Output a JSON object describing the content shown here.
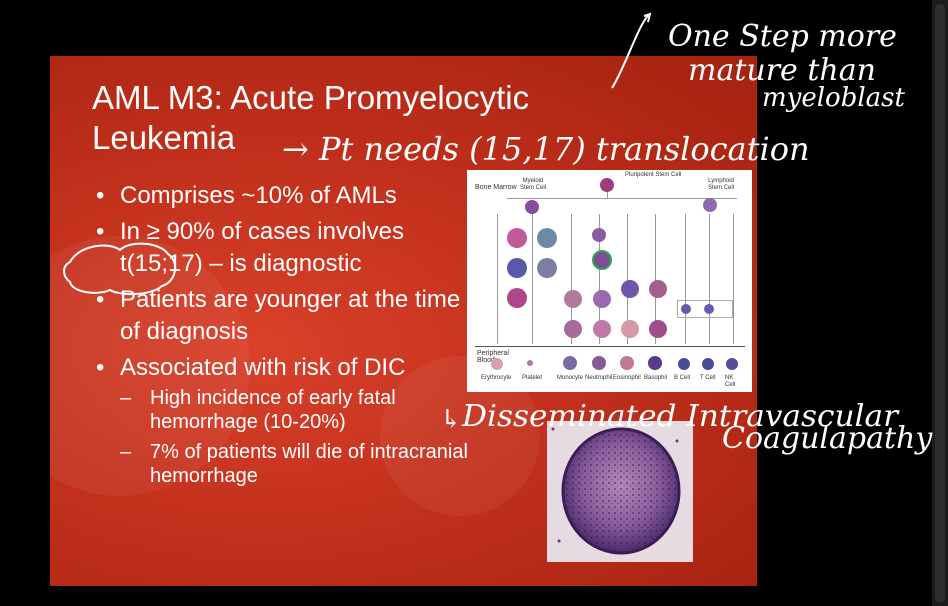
{
  "slide": {
    "title_line1": "AML M3: Acute Promyelocytic",
    "title_line2": "Leukemia",
    "bullets": [
      {
        "text": "Comprises ~10% of AMLs"
      },
      {
        "text": "In ≥ 90% of cases involves t(15;17) – is diagnostic"
      },
      {
        "text": "Patients are younger at the time of diagnosis"
      },
      {
        "text": "Associated with risk of DIC"
      }
    ],
    "sub_bullets": [
      "High incidence of early fatal hemorrhage (10-20%)",
      "7% of patients will die of intracranial hemorrhage"
    ],
    "bullet_marker": "•",
    "sub_marker": "–"
  },
  "diagram": {
    "bone_marrow": "Bone Marrow",
    "myeloid_stem_cell": "Myeloid Stem Cell",
    "pluripotent_stem_cell": "Pluripotent Stem Cell",
    "lymphoid_stem_cell": "Lymphoid Stem Cell",
    "peripheral_blood": "Peripheral Blood",
    "bottom_labels": [
      "Erythrocyte",
      "Platelet",
      "Monocyte",
      "Neutrophil",
      "Eosinophil",
      "Basophil",
      "B Cell",
      "T Cell",
      "NK Cell"
    ]
  },
  "annotations": {
    "step_line1": "One Step more",
    "step_line2": "mature than",
    "step_line3": "myeloblast",
    "translocation": "→ Pt needs (15,17) translocation",
    "dic_prefix": "↳",
    "dic_line1": "Disseminated Intravascular",
    "dic_line2": "Coagulapathy"
  },
  "colors": {
    "slide_red": "#c1301c",
    "background": "#000000",
    "text": "#ffffff"
  }
}
